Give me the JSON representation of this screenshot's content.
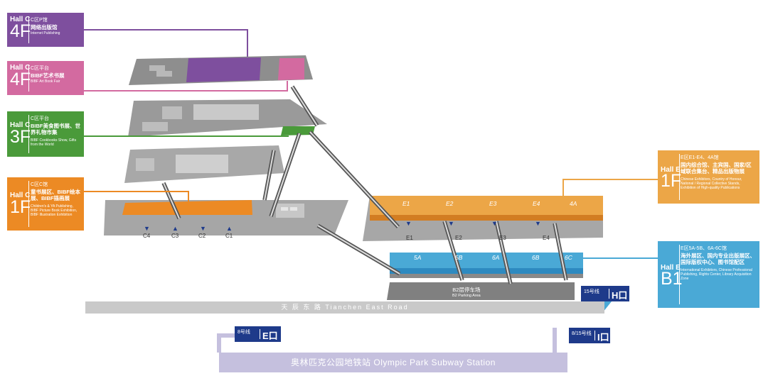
{
  "labels": {
    "c4f_internet": {
      "hall": "Hall C",
      "floor": "4F",
      "title": "C区P馆",
      "cn": "网络出版馆",
      "en": "Internet Publishing",
      "color": "#7e4f9e"
    },
    "c4f_art": {
      "hall": "Hall C",
      "floor": "4F",
      "title": "C区平台",
      "cn": "BIBF艺术书展",
      "en": "BIBF Art Book Fair",
      "color": "#d36aa0"
    },
    "c3f": {
      "hall": "Hall C",
      "floor": "3F",
      "title": "C区平台",
      "cn": "BIBF美食图书展、世界礼物市集",
      "en": "BIBF Cookbooks Show, Gifts from the World",
      "color": "#4a9a3a"
    },
    "c1f": {
      "hall": "Hall C",
      "floor": "1F",
      "title": "C区C馆",
      "cn": "童书展区、BIBF绘本展、BIBF插画展",
      "en": "Children's & YA Publishing, BIBF Picture Book Exhibition, BIBF Illustration Exhibition",
      "color": "#ec8a24"
    },
    "e1f": {
      "hall": "Hall E",
      "floor": "1F",
      "title": "E区E1-E4、4A馆",
      "cn": "国内综合馆、主宾国、国家/区域联合集台、精品出版物展",
      "en": "Chinese Exhibitors, Country of Honour, National / Regional Collective Stands, Exhibition of High-quality Publications",
      "color": "#eca647"
    },
    "eb1": {
      "hall": "Hall E",
      "floor": "B1",
      "title": "E区5A-5B、6A-6C馆",
      "cn": "海外展区、国内专业出版展区、国际版权中心、图书馆配区",
      "en": "International Exhibitors, Chinese Professional Publishing, Rights Center, Library Acquisition Zone",
      "color": "#4aa9d6"
    }
  },
  "map": {
    "e1_zones": [
      "E1",
      "E2",
      "E3",
      "E4",
      "4A"
    ],
    "b1_zones": [
      "5A",
      "5B",
      "6A",
      "6B",
      "6C"
    ],
    "e_entrances": [
      "E1",
      "E2",
      "E3",
      "E4"
    ],
    "c_entrances": [
      "C4",
      "C3",
      "C2",
      "C1"
    ],
    "parking_cn": "B2层停车场",
    "parking_en": "B2 Parking Area"
  },
  "stations": {
    "h": {
      "line": "15号线",
      "exit": "H口"
    },
    "e": {
      "line": "8号线",
      "exit": "E口"
    },
    "i": {
      "line": "8/15号线",
      "exit": "I口"
    }
  },
  "road": "天 辰 东 路   Tianchen East Road",
  "subway": "奥林匹克公园地铁站 Olympic Park Subway Station",
  "colors": {
    "gray_dark": "#8a8a8a",
    "gray": "#a3a3a3",
    "gray_light": "#c9c9c9",
    "navy": "#1e3a8a",
    "orange": "#ec8a24"
  }
}
